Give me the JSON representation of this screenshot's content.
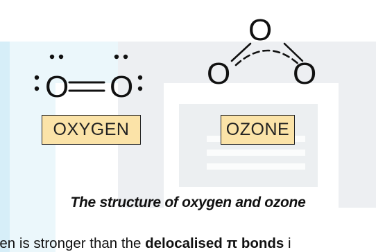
{
  "oxygen": {
    "atom_left": "O",
    "atom_right": "O",
    "label": "OXYGEN"
  },
  "ozone": {
    "atom_top": "O",
    "atom_left": "O",
    "atom_right": "O",
    "label": "OZONE"
  },
  "caption": "The structure of oxygen and ozone",
  "body_text": {
    "part1": "gen is stronger than the ",
    "bold": "delocalised π bonds",
    "part2": " i"
  },
  "colors": {
    "watermark": "#dfe3e8",
    "watermark_blue": "#d6eef8",
    "label_fill": "#fbe3a8"
  }
}
